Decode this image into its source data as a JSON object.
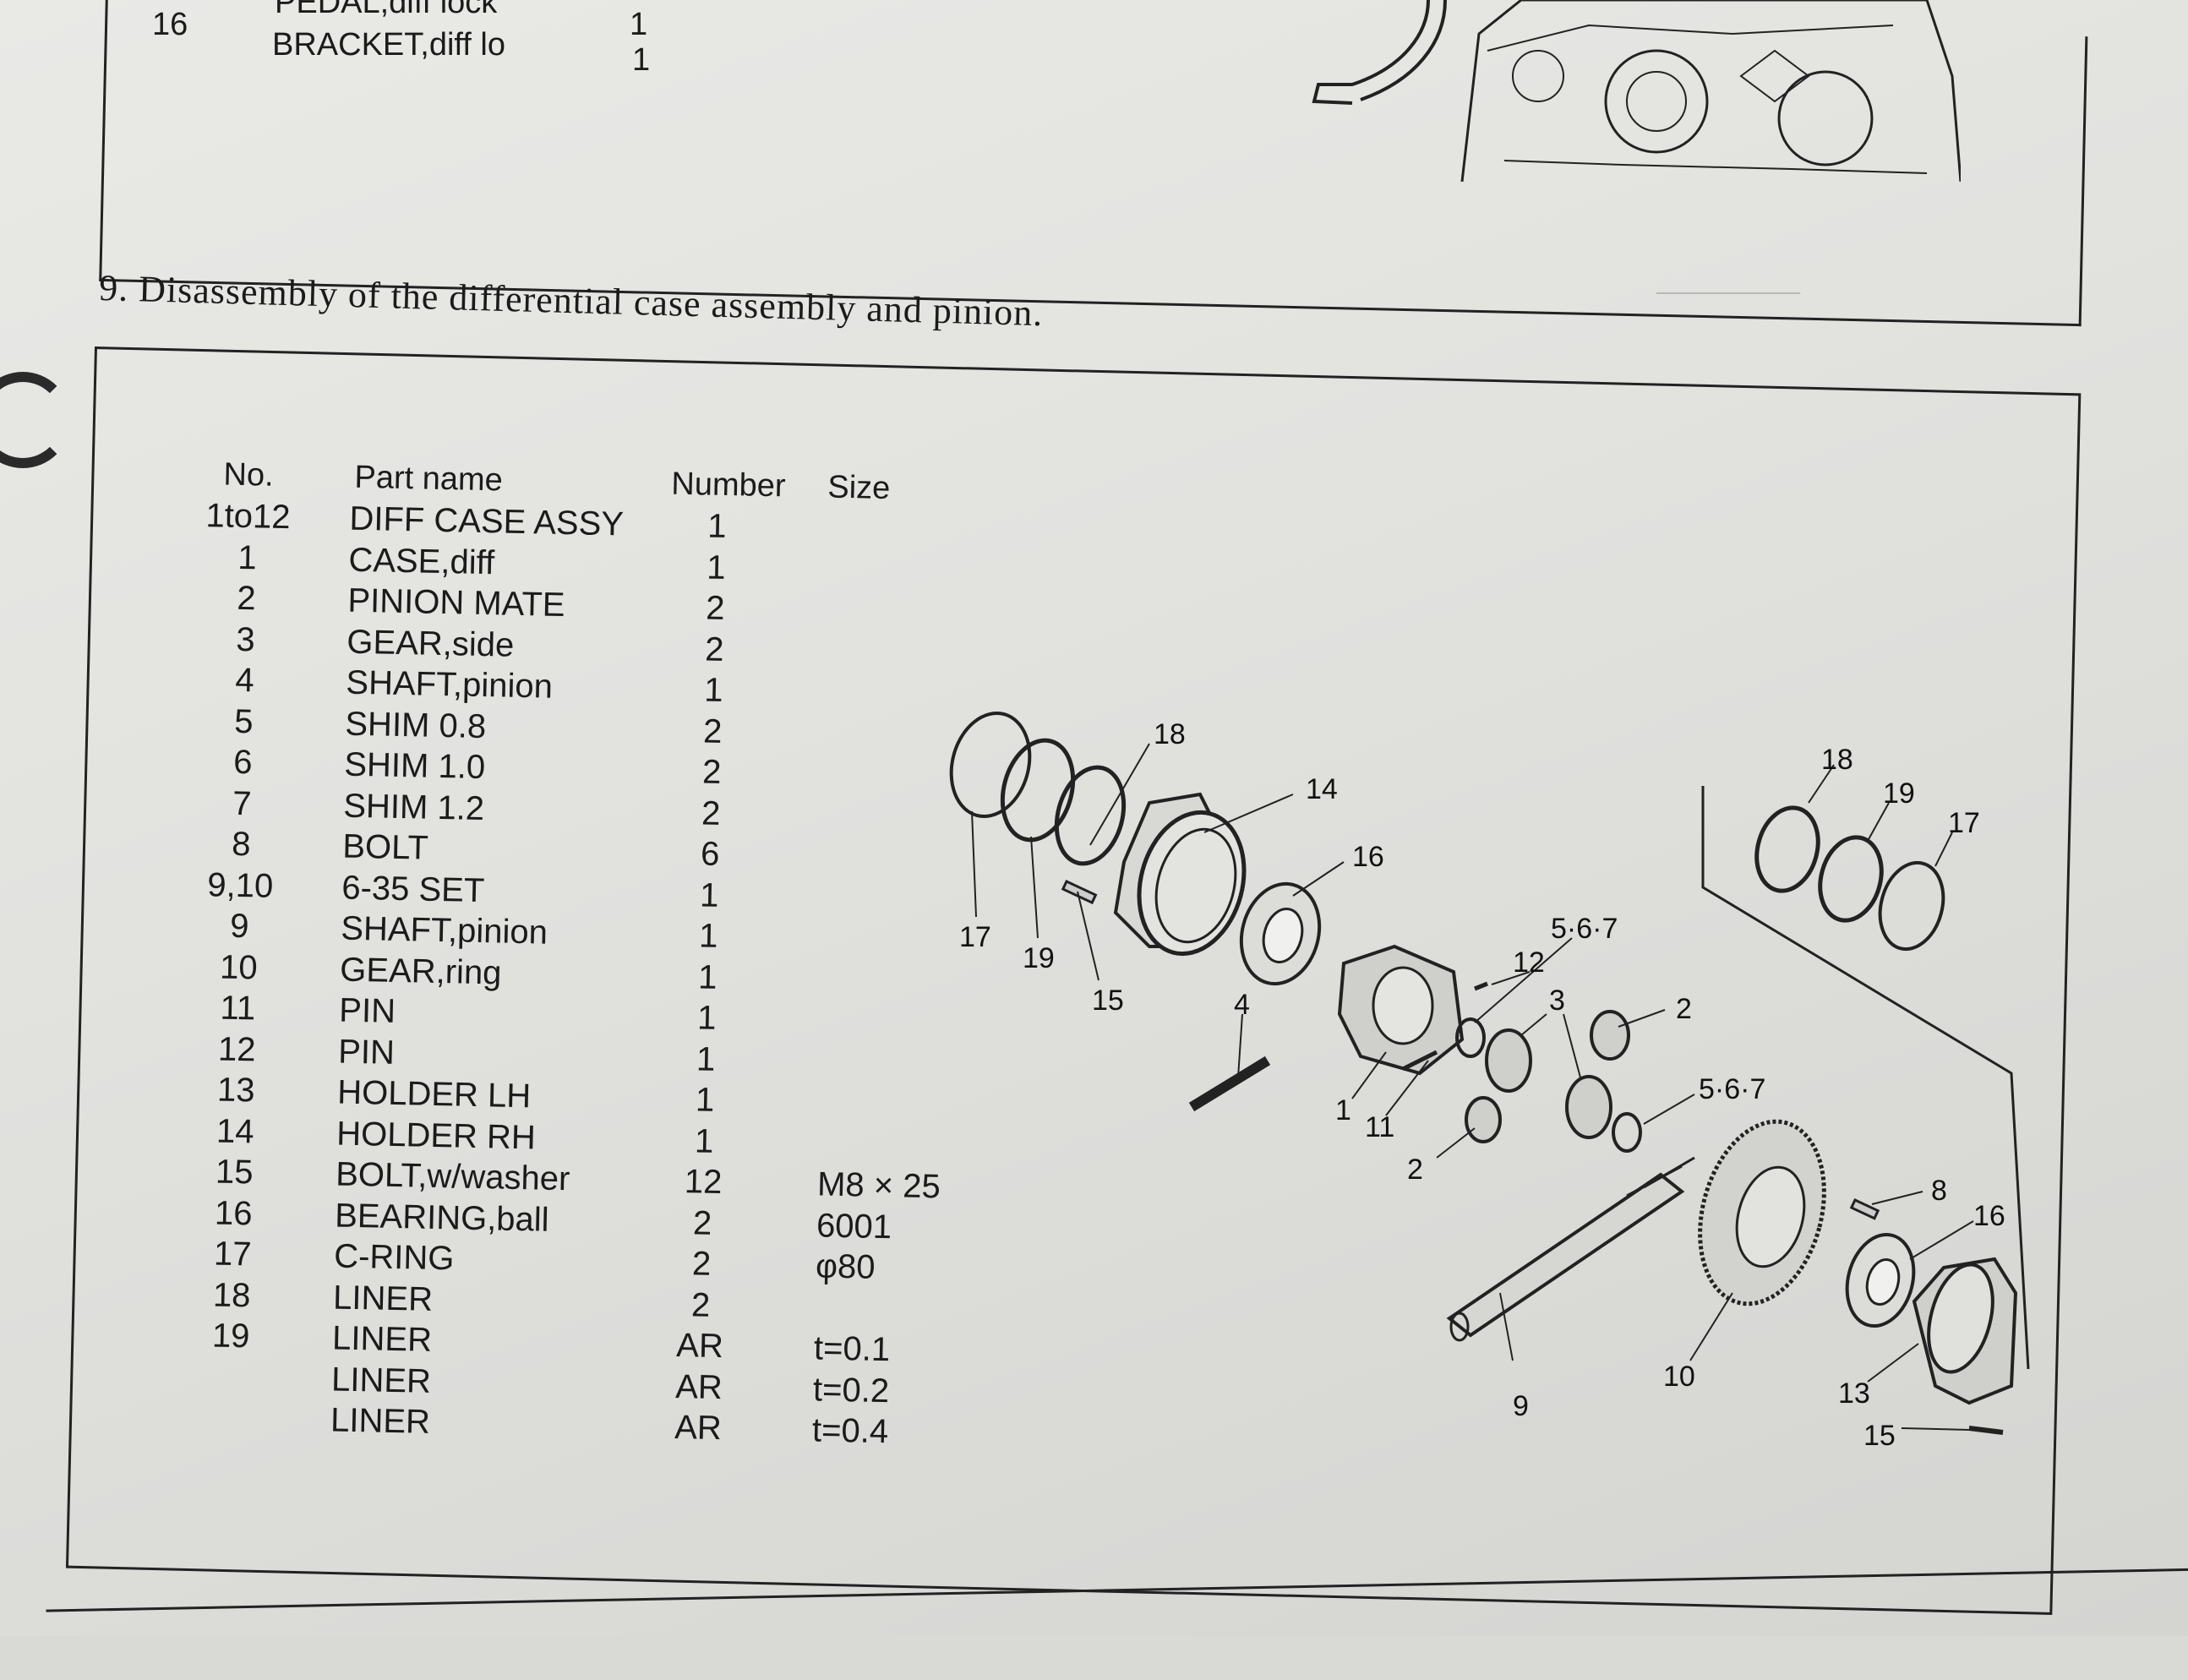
{
  "previous_section": {
    "rows": [
      {
        "no": "",
        "name": "PEDAL,diff lock",
        "qty": "1"
      },
      {
        "no": "16",
        "name": "BRACKET,diff lo",
        "qty": "1"
      }
    ]
  },
  "section": {
    "title": "9. Disassembly of the differential case assembly and pinion."
  },
  "table": {
    "headers": {
      "no": "No.",
      "part_name": "Part name",
      "number": "Number",
      "size": "Size"
    },
    "rows": [
      {
        "no": "1to12",
        "name": "DIFF CASE ASSY",
        "qty": "1",
        "size": ""
      },
      {
        "no": "1",
        "name": "CASE,diff",
        "qty": "1",
        "size": ""
      },
      {
        "no": "2",
        "name": "PINION MATE",
        "qty": "2",
        "size": ""
      },
      {
        "no": "3",
        "name": "GEAR,side",
        "qty": "2",
        "size": ""
      },
      {
        "no": "4",
        "name": "SHAFT,pinion",
        "qty": "1",
        "size": ""
      },
      {
        "no": "5",
        "name": "SHIM 0.8",
        "qty": "2",
        "size": ""
      },
      {
        "no": "6",
        "name": "SHIM 1.0",
        "qty": "2",
        "size": ""
      },
      {
        "no": "7",
        "name": "SHIM 1.2",
        "qty": "2",
        "size": ""
      },
      {
        "no": "8",
        "name": "BOLT",
        "qty": "6",
        "size": ""
      },
      {
        "no": "9,10",
        "name": "6-35 SET",
        "qty": "1",
        "size": ""
      },
      {
        "no": "9",
        "name": "SHAFT,pinion",
        "qty": "1",
        "size": ""
      },
      {
        "no": "10",
        "name": "GEAR,ring",
        "qty": "1",
        "size": ""
      },
      {
        "no": "11",
        "name": "PIN",
        "qty": "1",
        "size": ""
      },
      {
        "no": "12",
        "name": "PIN",
        "qty": "1",
        "size": ""
      },
      {
        "no": "13",
        "name": "HOLDER LH",
        "qty": "1",
        "size": ""
      },
      {
        "no": "14",
        "name": "HOLDER RH",
        "qty": "1",
        "size": ""
      },
      {
        "no": "15",
        "name": "BOLT,w/washer",
        "qty": "12",
        "size": "M8 × 25"
      },
      {
        "no": "16",
        "name": "BEARING,ball",
        "qty": "2",
        "size": "6001"
      },
      {
        "no": "17",
        "name": "C-RING",
        "qty": "2",
        "size": "φ80"
      },
      {
        "no": "18",
        "name": "LINER",
        "qty": "2",
        "size": ""
      },
      {
        "no": "19",
        "name": "LINER",
        "qty": "AR",
        "size": "t=0.1"
      },
      {
        "no": "",
        "name": "LINER",
        "qty": "AR",
        "size": "t=0.2"
      },
      {
        "no": "",
        "name": "LINER",
        "qty": "AR",
        "size": "t=0.4"
      }
    ]
  },
  "diagram": {
    "callouts": {
      "c18a": "18",
      "c14": "14",
      "c16a": "16",
      "c17a": "17",
      "c19a": "19",
      "c15a": "15",
      "c567a": "5·6·7",
      "c12": "12",
      "c4": "4",
      "c3": "3",
      "c2a": "2",
      "c1": "1",
      "c11": "11",
      "c567b": "5·6·7",
      "c2b": "2",
      "c8": "8",
      "c16b": "16",
      "c9": "9",
      "c10": "10",
      "c13": "13",
      "c15b": "15",
      "c18b": "18",
      "c19b": "19",
      "c17b": "17"
    }
  }
}
